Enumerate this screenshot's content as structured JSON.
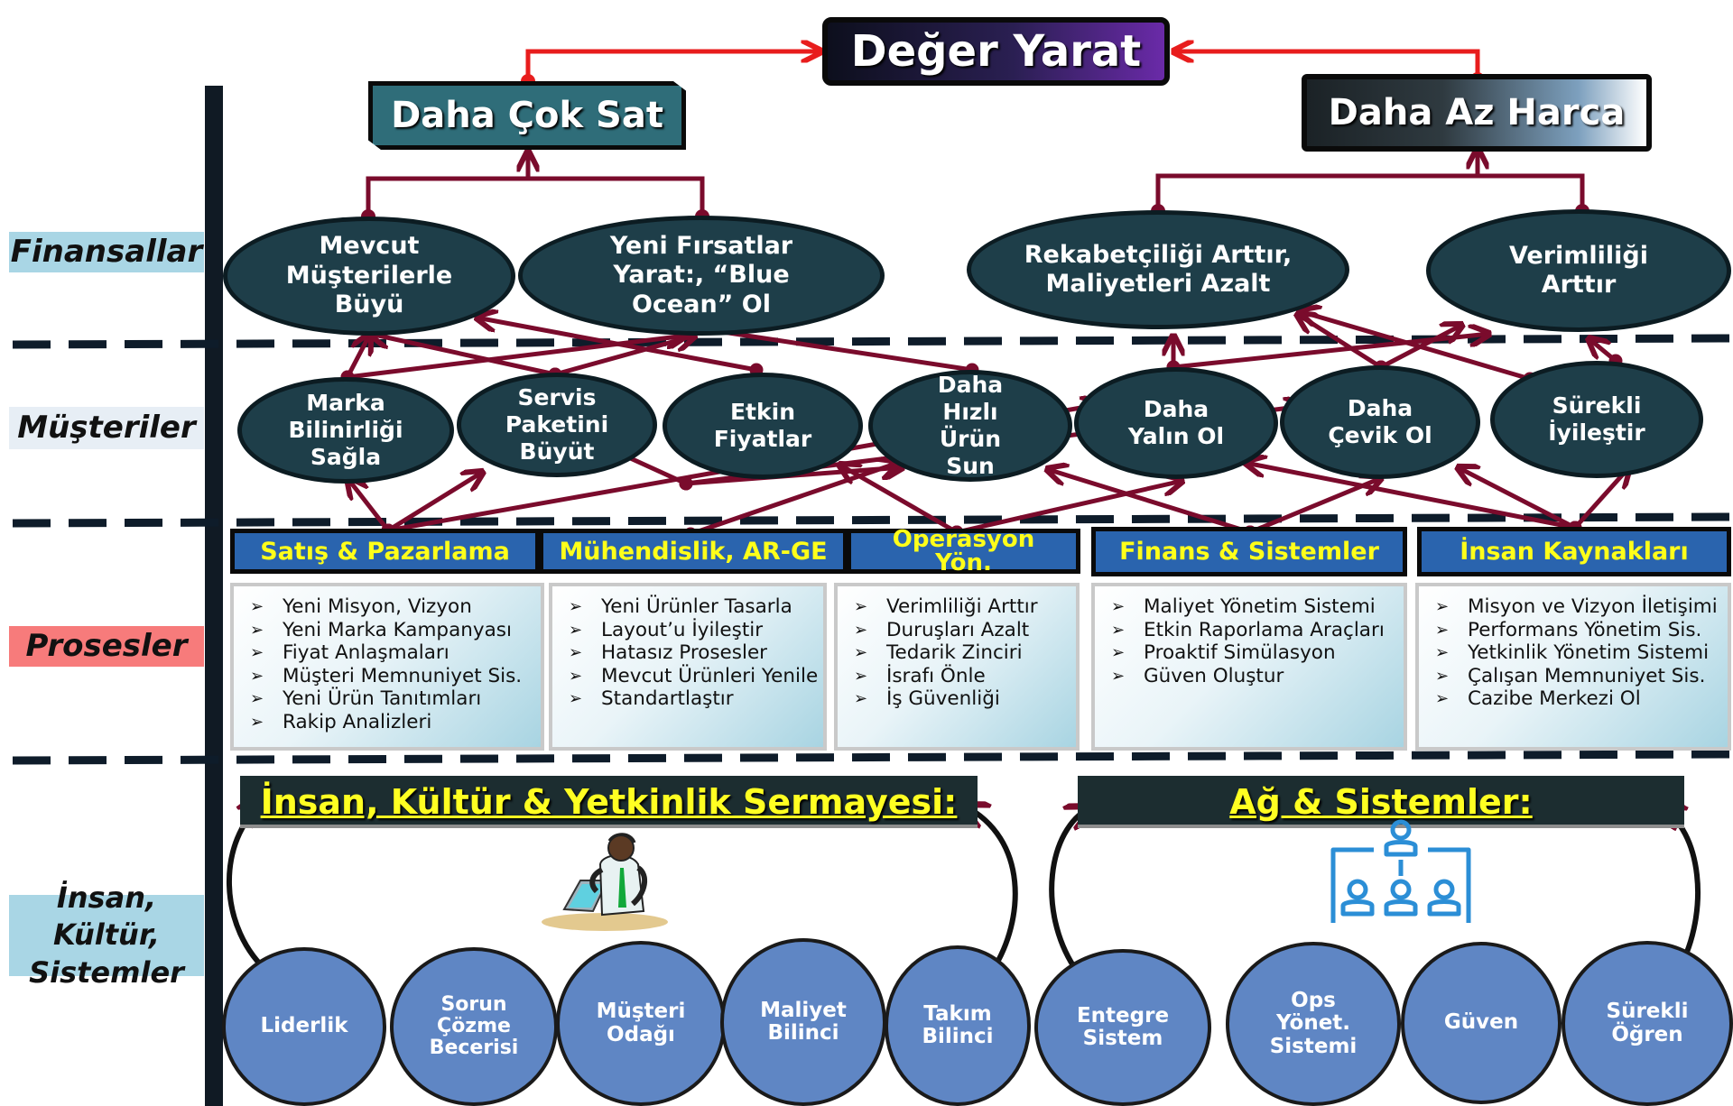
{
  "row_labels": {
    "financial": "Finansallar",
    "customers": "Müşteriler",
    "processes": "Prosesler",
    "people": "İnsan, Kültür, Sistemler"
  },
  "top": {
    "goal": "Değer Yarat",
    "sell_more": "Daha Çok Sat",
    "spend_less": "Daha Az Harca"
  },
  "financial_objectives": [
    "Mevcut Müşterilerle Büyü",
    "Yeni Fırsatlar Yarat:, “Blue Ocean” Ol",
    "Rekabetçiliği Arttır, Maliyetleri Azalt",
    "Verimliliği Arttır"
  ],
  "customer_objectives": [
    "Marka Bilinirliği Sağla",
    "Servis Paketini Büyüt",
    "Etkin Fiyatlar",
    "Daha Hızlı Ürün Sun",
    "Daha Yalın Ol",
    "Daha Çevik Ol",
    "Sürekli İyileştir"
  ],
  "departments": [
    {
      "name": "Satış & Pazarlama",
      "items": [
        "Yeni Misyon, Vizyon",
        "Yeni Marka Kampanyası",
        "Fiyat Anlaşmaları",
        "Müşteri Memnuniyet Sis.",
        "Yeni Ürün Tanıtımları",
        "Rakip Analizleri"
      ]
    },
    {
      "name": "Mühendislik, AR-GE",
      "items": [
        "Yeni Ürünler Tasarla",
        "Layout’u İyileştir",
        "Hatasız Prosesler",
        "Mevcut Ürünleri Yenile",
        "Standartlaştır"
      ]
    },
    {
      "name": "Operasyon Yön.",
      "items": [
        "Verimliliği Arttır",
        "Duruşları Azalt",
        "Tedarik Zinciri",
        "İsrafı Önle",
        "İş Güvenliği"
      ]
    },
    {
      "name": "Finans & Sistemler",
      "items": [
        "Maliyet Yönetim Sistemi",
        "Etkin Raporlama Araçları",
        "Proaktif Simülasyon",
        "Güven Oluştur"
      ]
    },
    {
      "name": "İnsan Kaynakları",
      "items": [
        "Misyon ve Vizyon İletişimi",
        "Performans Yönetim Sis.",
        "Yetkinlik Yönetim Sistemi",
        "Çalışan Memnuniyet Sis.",
        "Cazibe Merkezi Ol"
      ]
    }
  ],
  "capital": {
    "human_title": "İnsan, Kültür & Yetkinlik Sermayesi:",
    "network_title": "Ağ & Sistemler:"
  },
  "capabilities": [
    "Liderlik",
    "Sorun Çözme Becerisi",
    "Müşteri Odağı",
    "Maliyet Bilinci",
    "Takım Bilinci",
    "Entegre Sistem",
    "Ops Yönet. Sistemi",
    "Güven",
    "Sürekli Öğren"
  ],
  "icons": {
    "worker": "worker-at-computer-icon",
    "org": "org-chart-icon"
  },
  "colors": {
    "connector": "#7a0b2c",
    "top_connector": "#e81d1d",
    "objective_fill": "#1e3e49",
    "dept_fill": "#2a64ae",
    "dept_text": "#ffff1a",
    "capability_fill": "#5f86c4",
    "label_fill": "#a9d6e5",
    "process_label_fill": "#f77b7b"
  }
}
